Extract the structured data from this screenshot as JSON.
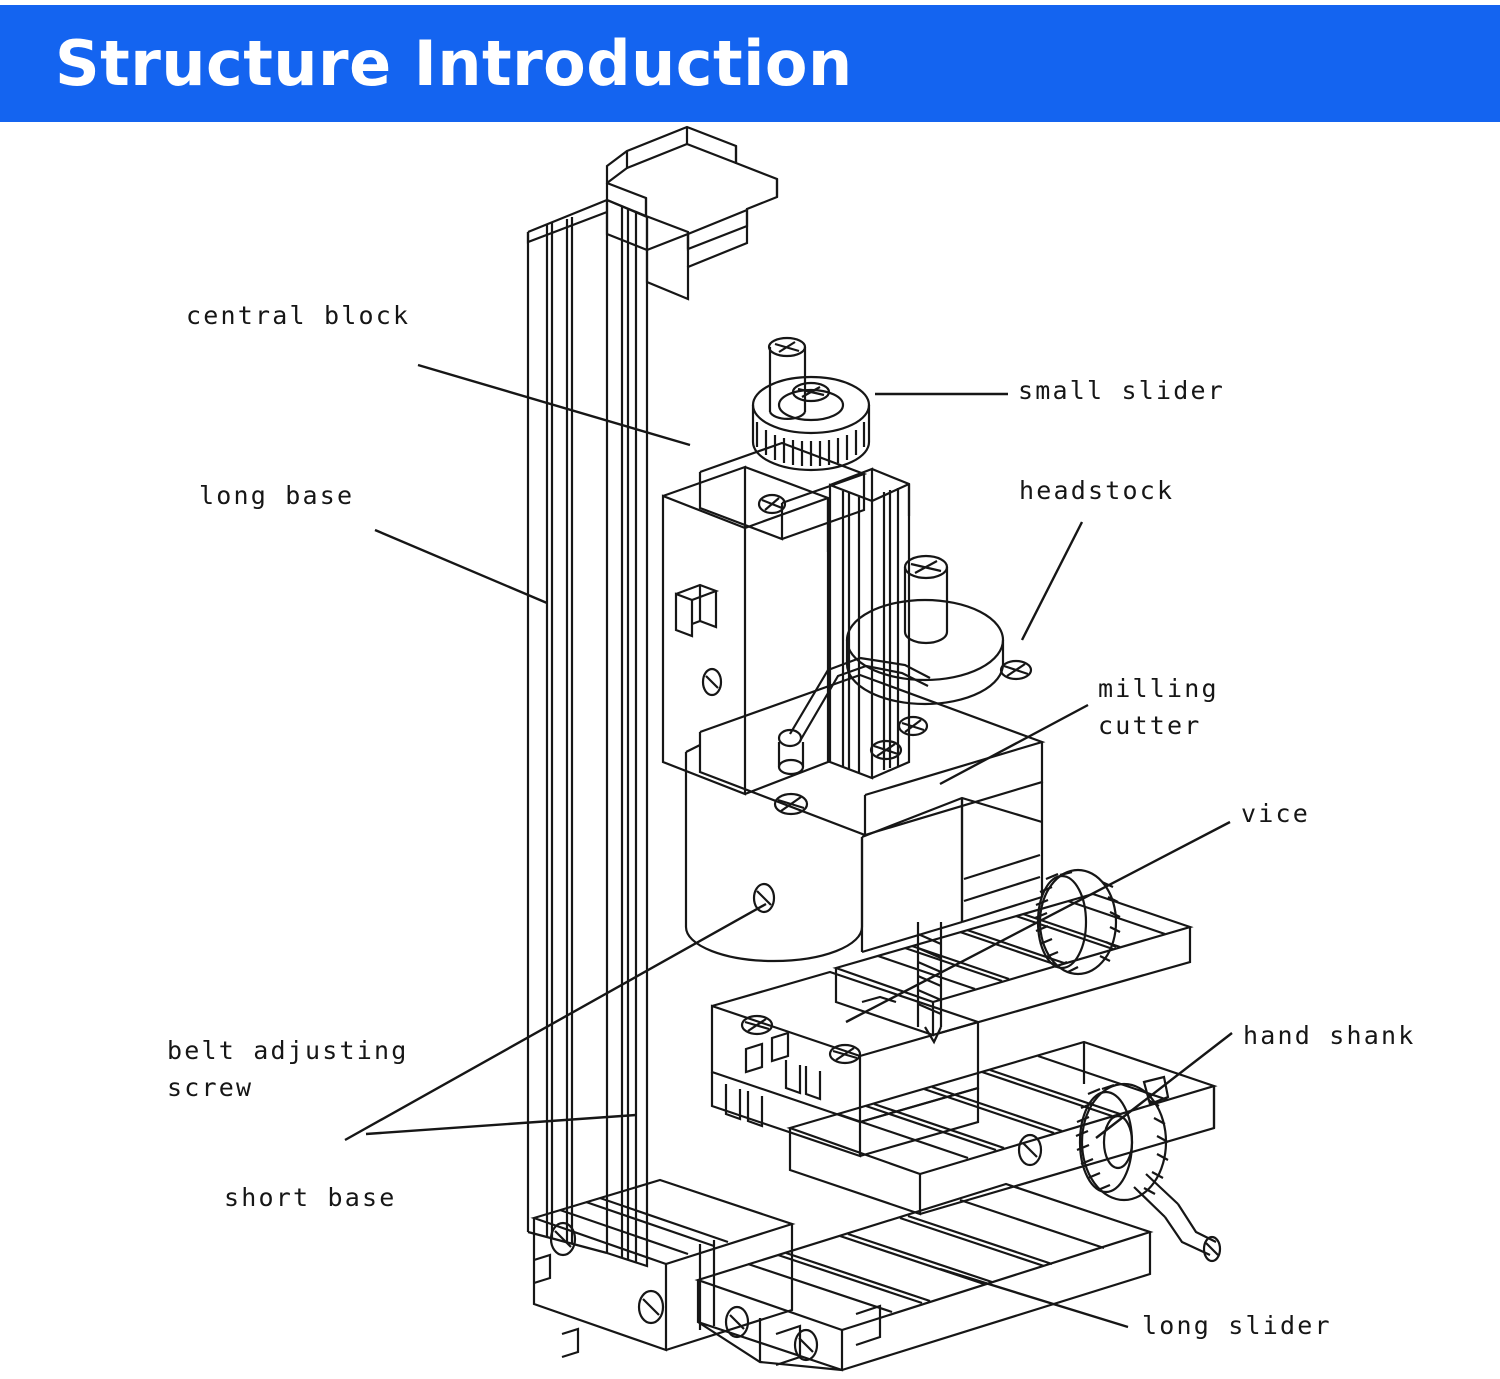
{
  "header": {
    "title": "Structure Introduction",
    "background_color": "#1464f0",
    "text_color": "#ffffff"
  },
  "diagram": {
    "subject": "mini milling machine isometric line drawing",
    "line_color": "#161616",
    "background_color": "#ffffff"
  },
  "callouts": [
    {
      "id": "central-block",
      "label": "central block"
    },
    {
      "id": "long-base",
      "label": "long base"
    },
    {
      "id": "small-slider",
      "label": "small slider"
    },
    {
      "id": "headstock",
      "label": "headstock"
    },
    {
      "id": "milling-cutter-l1",
      "label": "milling"
    },
    {
      "id": "milling-cutter-l2",
      "label": "cutter"
    },
    {
      "id": "vice",
      "label": "vice"
    },
    {
      "id": "belt-adjusting-l1",
      "label": "belt adjusting"
    },
    {
      "id": "belt-adjusting-l2",
      "label": "screw"
    },
    {
      "id": "short-base",
      "label": "short base"
    },
    {
      "id": "hand-shank",
      "label": "hand shank"
    },
    {
      "id": "long-slider",
      "label": "long slider"
    }
  ]
}
